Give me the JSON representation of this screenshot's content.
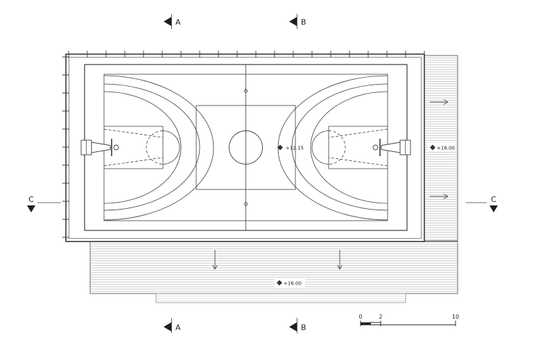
{
  "markers": {
    "a_top": "A",
    "b_top": "B",
    "a_bottom": "A",
    "b_bottom": "B",
    "c_left": "C",
    "c_right": "C"
  },
  "levels": {
    "court": "+12.15",
    "deck_right": "+16.00",
    "deck_bottom": "+16.00"
  },
  "scale": {
    "zero": "0",
    "two": "2",
    "ten": "10"
  },
  "colors": {
    "line": "#3a3a3a",
    "hatch": "#c2c2c2",
    "background": "#ffffff"
  }
}
